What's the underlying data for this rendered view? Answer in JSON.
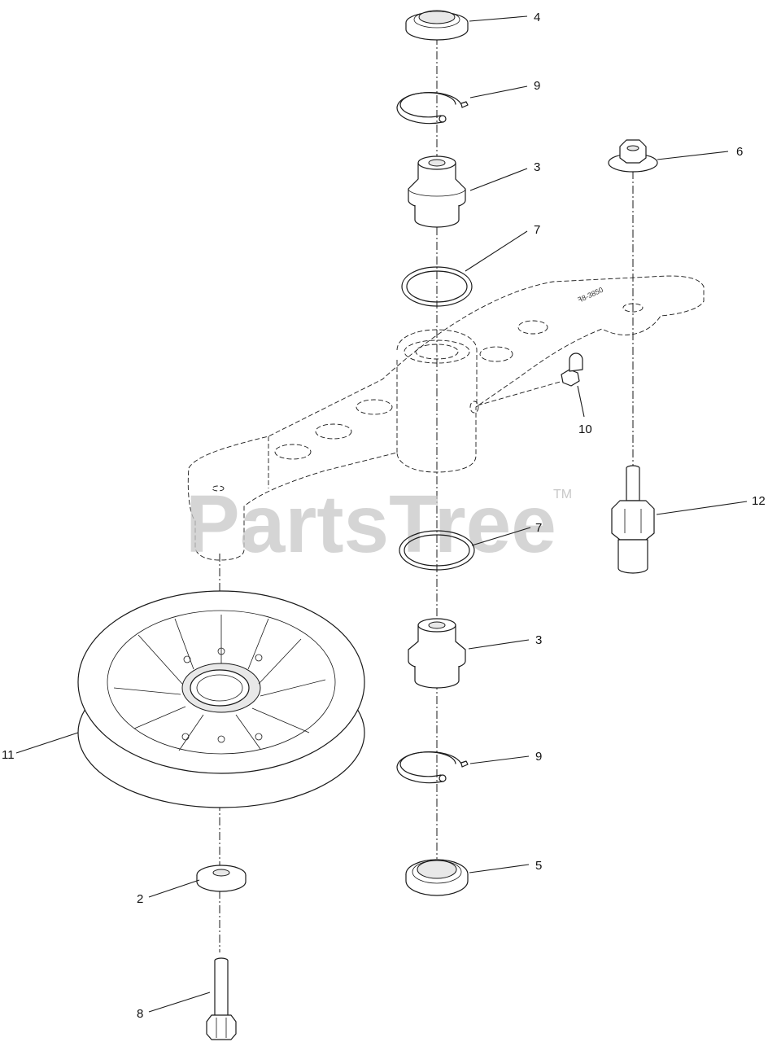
{
  "watermark": {
    "text": "PartsTree",
    "tm": "TM"
  },
  "callouts": {
    "c4": "4",
    "c9a": "9",
    "c3a": "3",
    "c6": "6",
    "c7a": "7",
    "c10": "10",
    "c12": "12",
    "c7b": "7",
    "c3b": "3",
    "c11": "11",
    "c9b": "9",
    "c5": "5",
    "c2": "2",
    "c8": "8"
  }
}
